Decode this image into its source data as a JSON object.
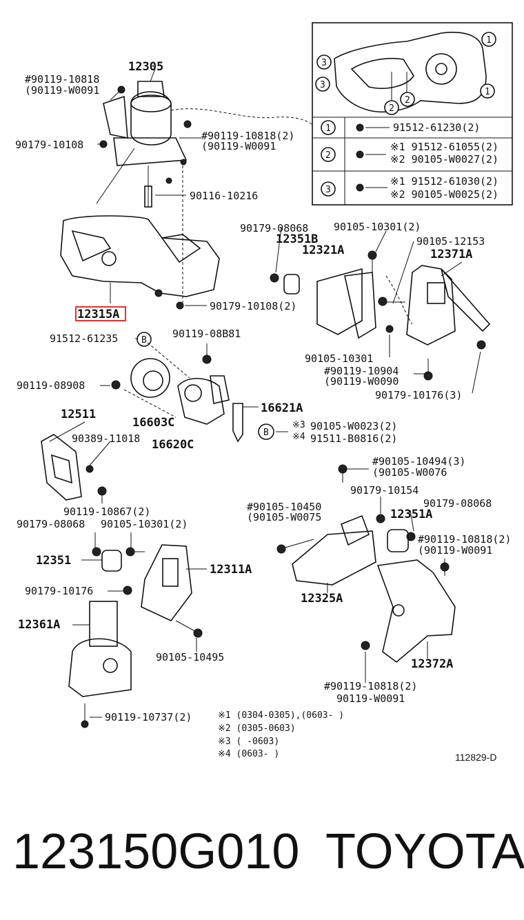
{
  "callouts": {
    "p12305": "12305",
    "p90119_10818_a": "#90119-10818",
    "p90119_W0091_a": "(90119-W0091",
    "p90179_10108": "90179-10108",
    "p90119_10818_b": "#90119-10818(2)",
    "p90119_W0091_b": "(90119-W0091",
    "p90116_10216": "90116-10216",
    "p12315A": "12315A",
    "p90179_10108_2": "90179-10108(2)",
    "p90179_08068_a": "90179-08068",
    "p12351B": "12351B",
    "p12321A": "12321A",
    "p90105_10301_2a": "90105-10301(2)",
    "p90105_12153": "90105-12153",
    "p12371A": "12371A",
    "p91512_61235": "91512-61235",
    "p90119_08B81": "90119-08B81",
    "p90105_10301": "90105-10301",
    "p90119_10904": "#90119-10904",
    "p90119_W0090": "(90119-W0090",
    "p90179_10176_3": "90179-10176(3)",
    "p90119_08908": "90119-08908",
    "p16621A": "16621A",
    "p12511": "12511",
    "p90389_11018": "90389-11018",
    "p16603C": "16603C",
    "p16620C": "16620C",
    "p90105_W0023": "90105-W0023(2)",
    "p91511_B0816": "91511-B0816(2)",
    "note3": "※3",
    "note4": "※4",
    "p90105_10494": "#90105-10494(3)",
    "p90105_W0076": "(90105-W0076",
    "p90179_10154": "90179-10154",
    "p90119_10867": "90119-10867(2)",
    "p90179_08068_b": "90179-08068",
    "p90105_10301_2b": "90105-10301(2)",
    "p90105_10450": "#90105-10450",
    "p90105_W0075": "(90105-W0075",
    "p12351A": "12351A",
    "p90179_08068_c": "90179-08068",
    "p90119_10818_2c": "#90119-10818(2)",
    "p90119_W0091_c": "(90119-W0091",
    "p12351": "12351",
    "p12311A": "12311A",
    "p90179_10176": "90179-10176",
    "p12325A": "12325A",
    "p12361A": "12361A",
    "p90105_10495": "90105-10495",
    "p12372A": "12372A",
    "p90119_10818_2d": "#90119-10818(2)",
    "p90119_W0091_d": "90119-W0091",
    "p90119_10737": "90119-10737(2)",
    "circleB1": "B",
    "circleB2": "B"
  },
  "inset": {
    "rows": [
      {
        "num": "1",
        "lines": [
          "91512-61230(2)"
        ]
      },
      {
        "num": "2",
        "lines": [
          "※1 91512-61055(2)",
          "※2 90105-W0027(2)"
        ]
      },
      {
        "num": "3",
        "lines": [
          "※1 91512-61030(2)",
          "※2 90105-W0025(2)"
        ]
      }
    ],
    "circle_nums": [
      "1",
      "1",
      "3",
      "3",
      "2",
      "2"
    ]
  },
  "notes": [
    "※1 (0304-0305),(0603-     )",
    "※2 (0305-0603)",
    "※3 (      -0603)",
    "※4 (0603-     )"
  ],
  "diagram_id": "112829-D",
  "footer": {
    "part_number": "123150G010",
    "brand": "TOYOTA"
  },
  "colors": {
    "highlight": "#e0322f",
    "ink": "#111111"
  }
}
